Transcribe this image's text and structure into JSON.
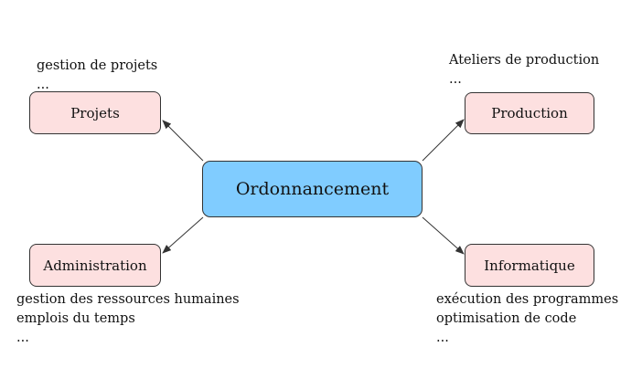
{
  "center": {
    "label": "Ordonnancement",
    "color": "#80ccff"
  },
  "nodes": {
    "projets": {
      "label": "Projets",
      "notes": [
        "gestion de projets",
        "..."
      ]
    },
    "production": {
      "label": "Production",
      "notes": [
        "Ateliers de production",
        "..."
      ]
    },
    "administration": {
      "label": "Administration",
      "notes": [
        "gestion des ressources humaines",
        "emplois du temps",
        "..."
      ]
    },
    "informatique": {
      "label": "Informatique",
      "notes": [
        "exécution des programmes",
        "optimisation de code",
        "..."
      ]
    }
  },
  "colors": {
    "node_fill": "#fde0e0",
    "edge": "#333333"
  }
}
